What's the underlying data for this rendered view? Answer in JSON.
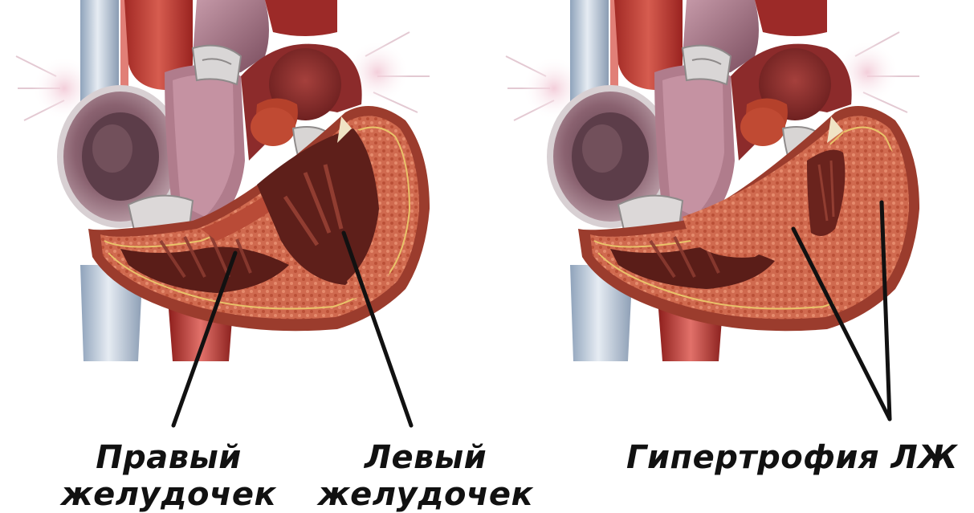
{
  "labels": {
    "right_ventricle": {
      "line1": "Правый",
      "line2": "желудочек"
    },
    "left_ventricle": {
      "line1": "Левый",
      "line2": "желудочек"
    },
    "lv_hypertrophy": {
      "line1": "Гипертрофия ЛЖ"
    }
  },
  "colors": {
    "background": "#ffffff",
    "myocardium": "#c9563f",
    "myocardium_light": "#e07a5f",
    "muscle_dark": "#6e2a24",
    "vessel_red": "#b8322b",
    "vessel_blue_grey": "#b7c3d3",
    "atrium_purple": "#8f6673",
    "valve_grey": "#d9d6d6",
    "leader_line": "#111111",
    "label_text": "#111111"
  },
  "panels": [
    {
      "name": "normal-heart"
    },
    {
      "name": "hypertrophied-heart"
    }
  ]
}
